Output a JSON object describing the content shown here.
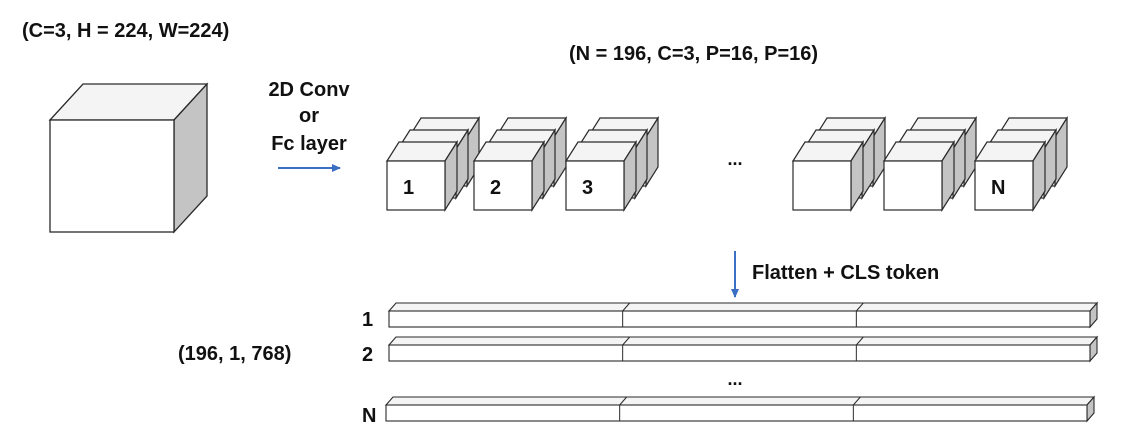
{
  "labels": {
    "input_shape": "(C=3, H = 224, W=224)",
    "patch_shape": "(N = 196, C=3, P=16, P=16)",
    "op_line1": "2D Conv",
    "op_line2": "or",
    "op_line3": "Fc layer",
    "flatten_label": "Flatten + CLS token",
    "embedding_shape": "(196, 1, 768)"
  },
  "patches": {
    "visible_indices": [
      "1",
      "2",
      "3"
    ],
    "ellipsis": "...",
    "last_index": "N"
  },
  "tokens": {
    "row_labels": [
      "1",
      "2",
      "N"
    ],
    "ellipsis": "..."
  },
  "colors": {
    "face_front": "#ffffff",
    "face_top": "#f4f4f4",
    "face_side": "#c4c4c4",
    "stroke": "#2a2a2a",
    "arrow": "#3a6fc4"
  }
}
